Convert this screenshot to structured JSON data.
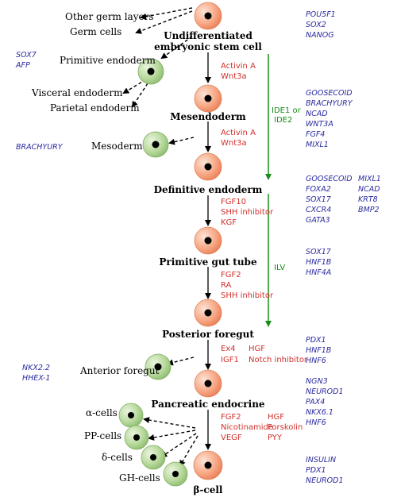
{
  "stages": [
    {
      "label": "Undifferentiated",
      "label2": "embryonic stem cell"
    },
    {
      "label": "Mesendoderm"
    },
    {
      "label": "Definitive endoderm"
    },
    {
      "label": "Primitive gut tube"
    },
    {
      "label": "Posterior foregut"
    },
    {
      "label": "Pancreatic endocrine"
    },
    {
      "label": "β-cell"
    }
  ],
  "branches": {
    "top": [
      "Other germ layers",
      "Germ cells"
    ],
    "primitive_endoderm": "Primitive endoderm",
    "pe_children": [
      "Visceral endoderm",
      "Parietal endoderm"
    ],
    "mesoderm": "Mesoderm",
    "anterior_foregut": "Anterior foregut",
    "endocrine": [
      "α-cells",
      "PP-cells",
      "δ-cells",
      "GH-cells"
    ]
  },
  "factors": {
    "step1": [
      "Activin A",
      "Wnt3a"
    ],
    "step2": [
      "Activin A",
      "Wnt3a"
    ],
    "step3": [
      "FGF10",
      "SHH inhibitor",
      "KGF"
    ],
    "step4": [
      "FGF2",
      "RA",
      "SHH inhibitor"
    ],
    "step5": [
      "Ex4",
      "HGF",
      "IGF1",
      "Notch inhibitor"
    ],
    "step6": [
      "FGF2",
      "HGF",
      "Nicotinamide",
      "Forskolin",
      "VEGF",
      "PYY"
    ]
  },
  "ide": {
    "label1": "IDE1 or",
    "label2": "IDE2",
    "ilv": "ILV"
  },
  "markers_right": {
    "esc": [
      "POU5F1",
      "SOX2",
      "NANOG"
    ],
    "mesendoderm": [
      "GOOSECOID",
      "BRACHYURY",
      "NCAD",
      "WNT3A",
      "FGF4",
      "MIXL1"
    ],
    "definitive_col1": [
      "GOOSECOID",
      "FOXA2",
      "SOX17",
      "CXCR4",
      "GATA3"
    ],
    "definitive_col2": [
      "MIXL1",
      "NCAD",
      "KRT8",
      "BMP2"
    ],
    "gut_tube": [
      "SOX17",
      "HNF1B",
      "HNF4A"
    ],
    "foregut": [
      "PDX1",
      "HNF1B",
      "HNF6"
    ],
    "endocrine": [
      "NGN3",
      "NEUROD1",
      "PAX4",
      "NKX6.1",
      "HNF6"
    ],
    "beta": [
      "INSULIN",
      "PDX1",
      "NEUROD1"
    ]
  },
  "markers_left": {
    "primitive_endoderm": [
      "SOX7",
      "AFP"
    ],
    "mesoderm": [
      "BRACHYURY"
    ],
    "anterior_foregut": [
      "NKX2.2",
      "HHEX-1"
    ]
  },
  "colors": {
    "orange_cell": "#f7a784",
    "green_cell": "#a8cf8a",
    "factor_red": "#d0312d",
    "marker_blue": "#2a2aa0",
    "ide_green": "#1a8c1a"
  }
}
